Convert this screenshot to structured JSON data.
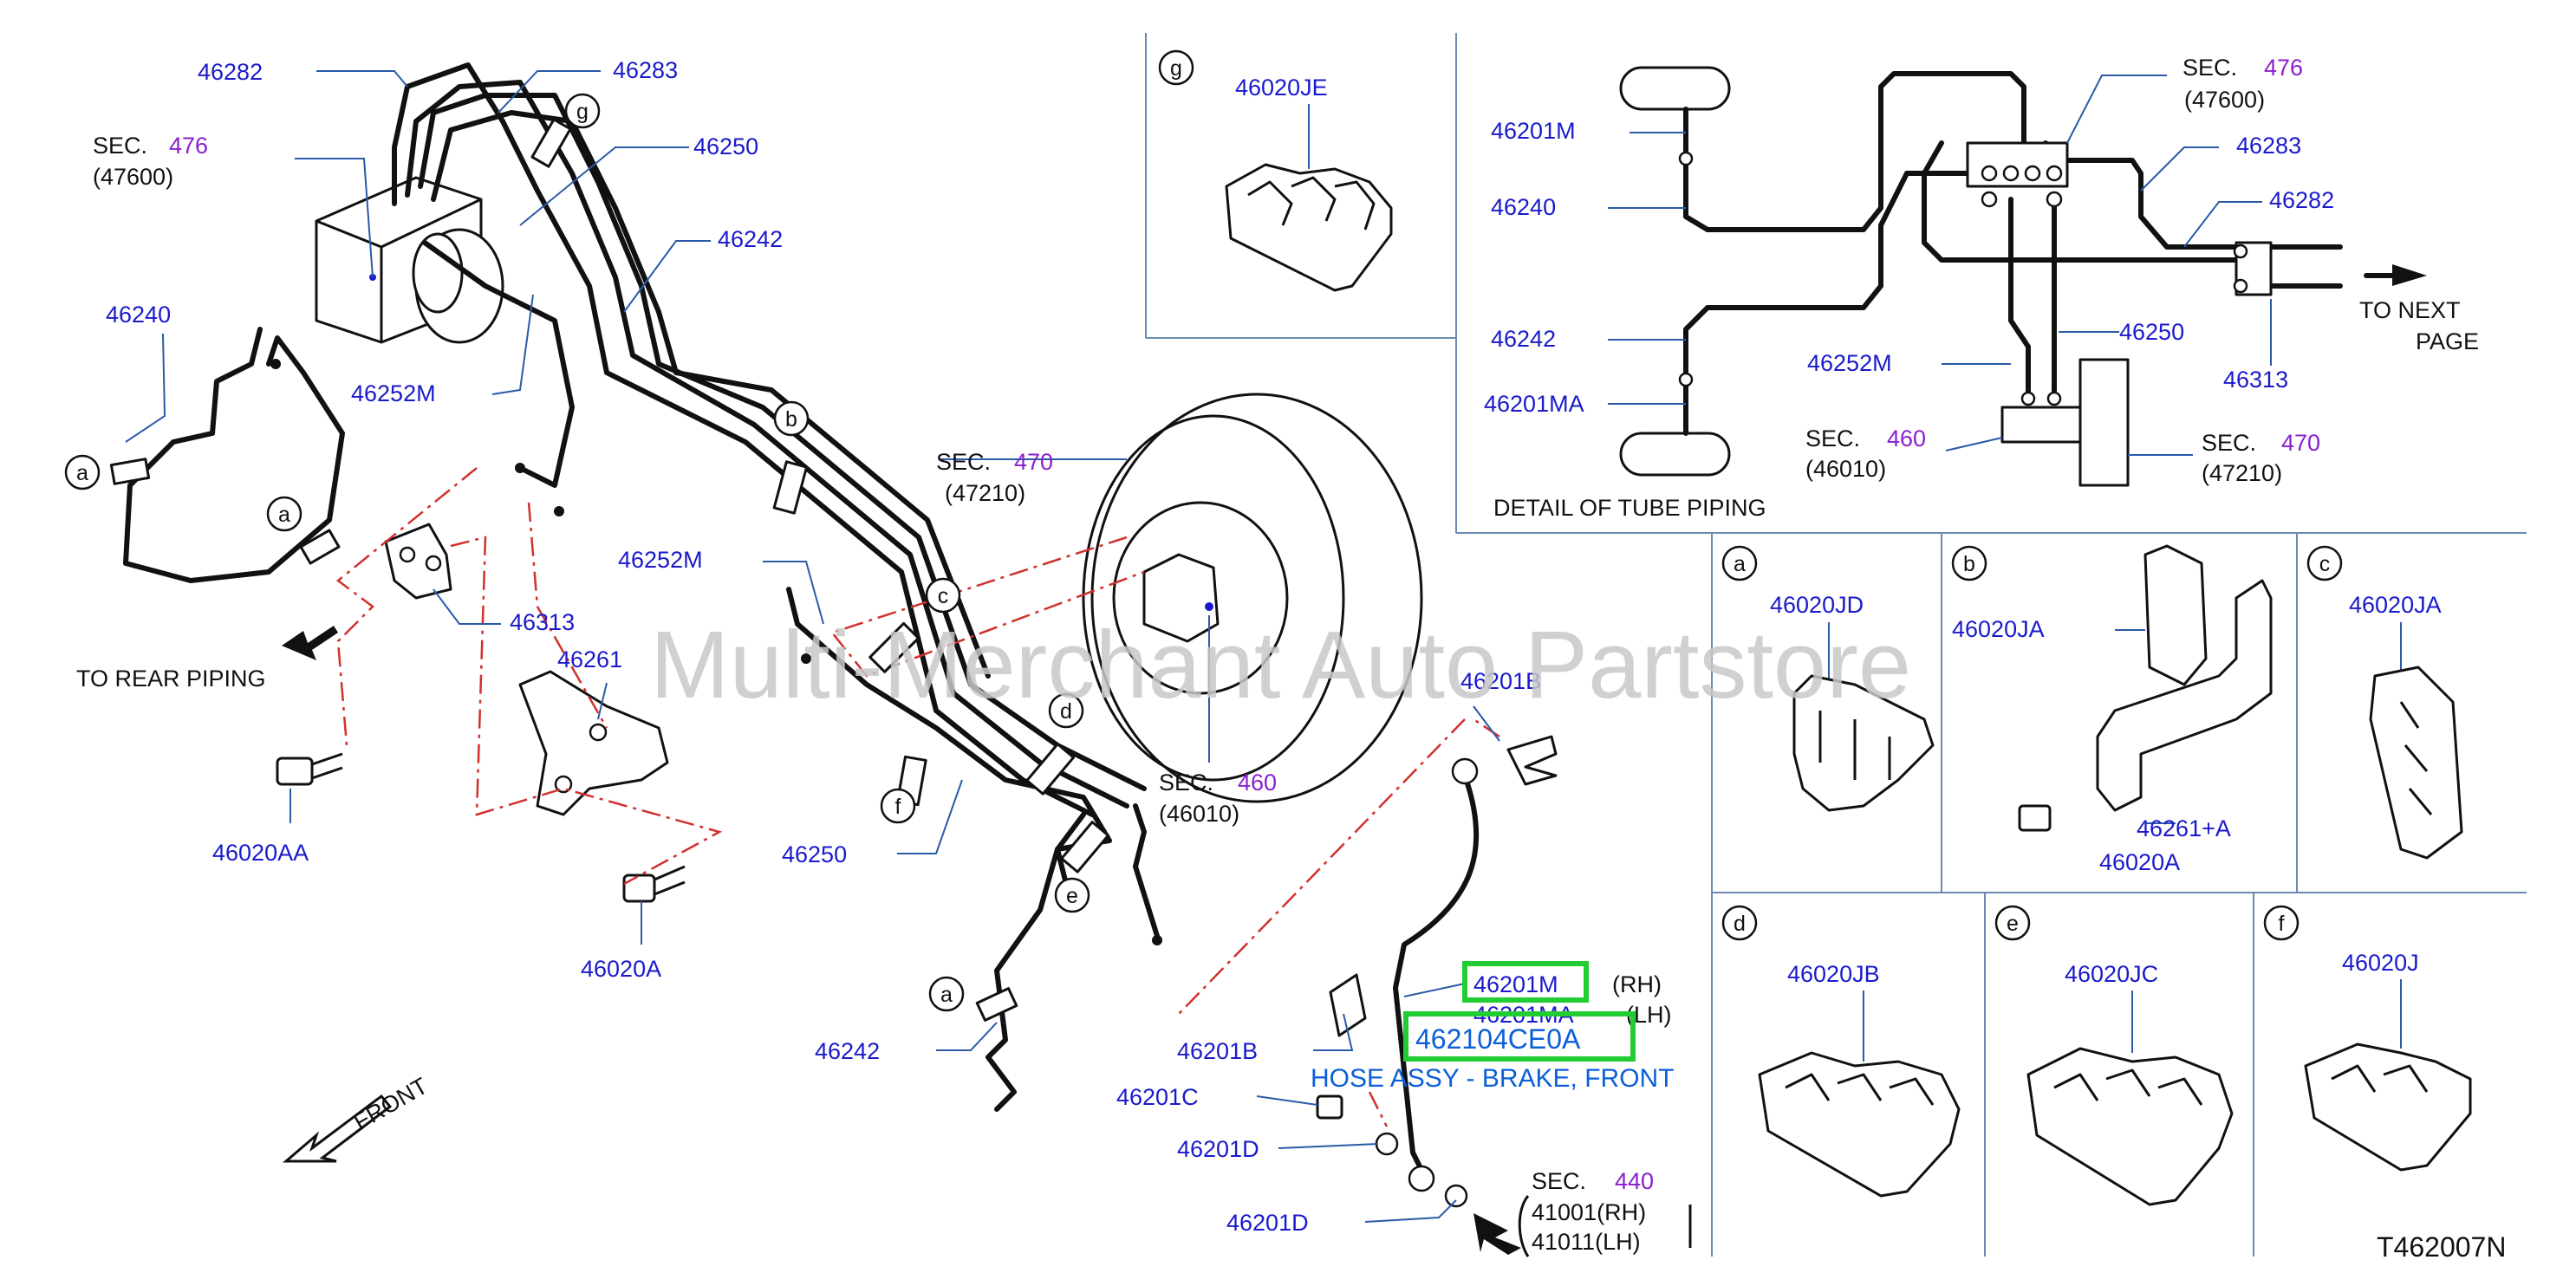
{
  "watermark": "Multi-Merchant Auto Partstore",
  "diagram_code": "T462007N",
  "main": {
    "labels": {
      "p46282": "46282",
      "p46283": "46283",
      "sec476_a": "SEC.",
      "sec476_b": "476",
      "sec476_c": "(47600)",
      "p46250_top": "46250",
      "p46242_top": "46242",
      "p46240": "46240",
      "p46252M_top": "46252M",
      "p46313": "46313",
      "to_rear": "TO   REAR   PIPING",
      "p46261": "46261",
      "p46020AA": "46020AA",
      "p46020A": "46020A",
      "p46252M_mid": "46252M",
      "sec470_a": "SEC.",
      "sec470_b": "470",
      "sec470_c": "(47210)",
      "sec460_a": "SEC.",
      "sec460_b": "460",
      "sec460_c": "(46010)",
      "p46250_bot": "46250",
      "p46242_bot": "46242",
      "p46201B_top": "46201B",
      "p46201B_bot": "46201B",
      "p46201C": "46201C",
      "p46201D_a": "46201D",
      "p46201D_b": "46201D",
      "p46201M": "46201M",
      "rh": "(RH)",
      "p46201MA": "46201MA",
      "lh": "(LH)",
      "highlight_part": "462104CE0A",
      "hose_desc": "HOSE ASSY - BRAKE, FRONT",
      "sec440_a": "SEC.",
      "sec440_b": "440",
      "sec440_c": "41001(RH)",
      "sec440_d": "41011(LH)",
      "front": "FRONT"
    },
    "callouts": [
      "a",
      "a",
      "a",
      "b",
      "c",
      "d",
      "e",
      "f",
      "g"
    ]
  },
  "detail_g": {
    "letter": "g",
    "part": "46020JE"
  },
  "detail_piping": {
    "caption": "DETAIL   OF   TUBE   PIPING",
    "p46201M": "46201M",
    "p46240": "46240",
    "p46242": "46242",
    "p46201MA": "46201MA",
    "sec476_a": "SEC.",
    "sec476_b": "476",
    "sec476_c": "(47600)",
    "p46283": "46283",
    "p46282": "46282",
    "p46250": "46250",
    "p46252M": "46252M",
    "p46313": "46313",
    "sec460_a": "SEC.",
    "sec460_b": "460",
    "sec460_c": "(46010)",
    "sec470_a": "SEC.",
    "sec470_b": "470",
    "sec470_c": "(47210)",
    "to_next_a": "TO   NEXT",
    "to_next_b": "PAGE"
  },
  "clip_details": [
    {
      "letter": "a",
      "part": "46020JD"
    },
    {
      "letter": "b",
      "part": "46020JA",
      "extra1": "46261+A",
      "extra2": "46020A"
    },
    {
      "letter": "c",
      "part": "46020JA"
    },
    {
      "letter": "d",
      "part": "46020JB"
    },
    {
      "letter": "e",
      "part": "46020JC"
    },
    {
      "letter": "f",
      "part": "46020J"
    }
  ],
  "colors": {
    "part_number": "#1a1acc",
    "section_number": "#8a1fd0",
    "highlight_box": "#22cc33",
    "highlight_text": "#0b5fd8",
    "phantom_line": "#d0312d",
    "watermark": "#c8c8c8"
  }
}
